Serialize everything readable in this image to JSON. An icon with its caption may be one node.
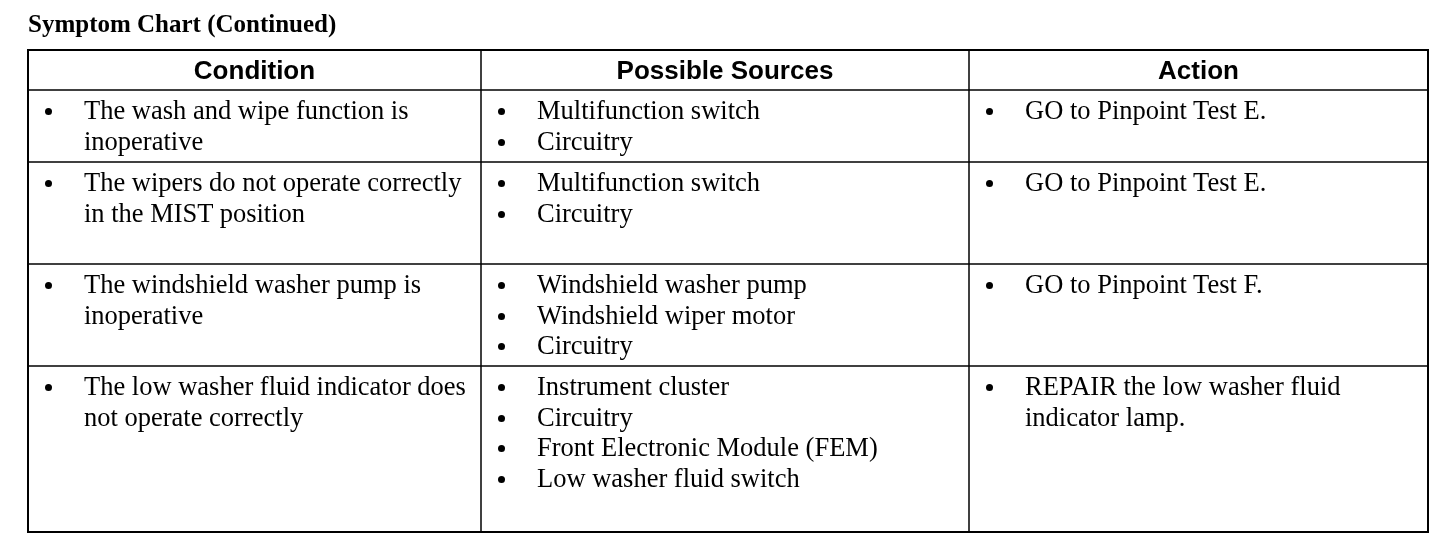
{
  "diagram": {
    "title": "Symptom Chart (Continued)",
    "labels": [
      "Condition",
      "Possible Sources",
      "Action",
      "The wash and wipe function is inoperative",
      "Multifunction switch",
      "Circuitry",
      "GO to Pinpoint Test E.",
      "The wipers do not operate correctly in the MIST position",
      "Multifunction switch",
      "Circuitry",
      "GO to Pinpoint Test E.",
      "The windshield washer pump is inoperative",
      "Windshield washer pump",
      "Windshield wiper motor",
      "Circuitry",
      "GO to Pinpoint Test F.",
      "The low washer fluid indicator does not operate correctly",
      "Instrument cluster",
      "Circuitry",
      "Front Electronic Module (FEM)",
      "Low washer fluid switch",
      "REPAIR the low washer fluid indicator lamp."
    ]
  }
}
